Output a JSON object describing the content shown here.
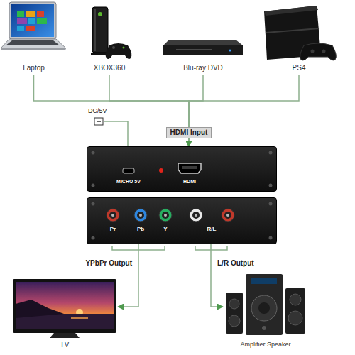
{
  "diagram": {
    "nodes": [
      {
        "text": [
          "Laptop"
        ]
      },
      {
        "text": [
          "XBOX360"
        ]
      },
      {
        "text": [
          "Blu-ray DVD"
        ]
      },
      {
        "text": [
          "PS4"
        ]
      },
      {
        "text": [
          "MICRO 5V",
          "HDMI"
        ]
      },
      {
        "text": [
          "Pr",
          "Pb",
          "Y",
          "R/L"
        ]
      },
      {
        "text": [
          "TV"
        ]
      },
      {
        "text": [
          "Amplifier Speaker"
        ]
      }
    ],
    "edges": [
      {
        "from": 0,
        "to": 4,
        "arrow": "to"
      },
      {
        "from": 1,
        "to": 4,
        "arrow": "to"
      },
      {
        "from": 2,
        "to": 4,
        "arrow": "to"
      },
      {
        "from": 3,
        "to": 4,
        "arrow": "to"
      },
      {
        "from": 5,
        "to": 6,
        "label": "YPbPr Output",
        "arrow": "to"
      },
      {
        "from": 5,
        "to": 7,
        "label": "L/R Output",
        "arrow": "to"
      }
    ],
    "labels": [
      "DC/5V",
      "HDMI Input"
    ]
  }
}
